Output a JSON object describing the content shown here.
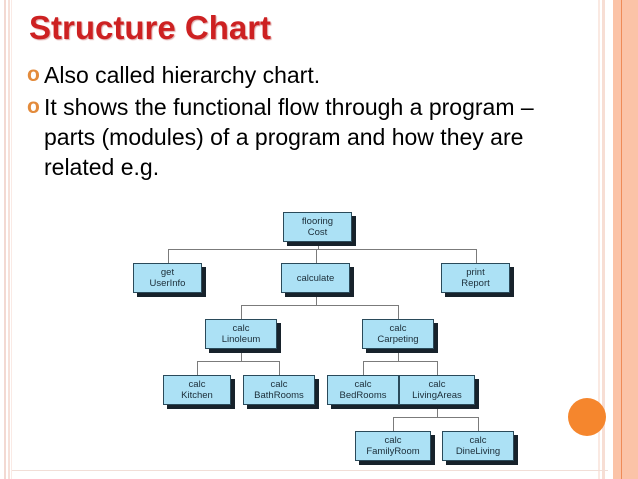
{
  "slide": {
    "title": "Structure Chart",
    "bullets": [
      {
        "marker": "o",
        "text": "Also called hierarchy chart."
      },
      {
        "marker": "o",
        "text": "It shows the functional flow through a program – parts (modules) of a program and how they are related e.g."
      }
    ]
  },
  "colors": {
    "title_red": "#cd2122",
    "bullet_orange": "#e38b3c",
    "node_fill": "#ace1f5",
    "node_border": "#2a4a5a",
    "node_shadow": "#17222b",
    "connector": "#7b7b7b",
    "accent_circle": "#f5862d",
    "right_band": "#fbc3a7",
    "right_band_line": "#ef8b57",
    "left_lines": "#f3d9d2"
  },
  "chart_data": {
    "type": "tree",
    "title": "flooring Cost structure chart",
    "orientation": "top-down",
    "nodes": [
      {
        "id": "flooringCost",
        "line1": "flooring",
        "line2": "Cost",
        "level": 0,
        "parent": null
      },
      {
        "id": "getUserInfo",
        "line1": "get",
        "line2": "UserInfo",
        "level": 1,
        "parent": "flooringCost"
      },
      {
        "id": "calculate",
        "line1": "calculate",
        "line2": "",
        "level": 1,
        "parent": "flooringCost"
      },
      {
        "id": "printReport",
        "line1": "print",
        "line2": "Report",
        "level": 1,
        "parent": "flooringCost"
      },
      {
        "id": "calcLinoleum",
        "line1": "calc",
        "line2": "Linoleum",
        "level": 2,
        "parent": "calculate"
      },
      {
        "id": "calcCarpeting",
        "line1": "calc",
        "line2": "Carpeting",
        "level": 2,
        "parent": "calculate"
      },
      {
        "id": "calcKitchen",
        "line1": "calc",
        "line2": "Kitchen",
        "level": 3,
        "parent": "calcLinoleum"
      },
      {
        "id": "calcBathRooms",
        "line1": "calc",
        "line2": "BathRooms",
        "level": 3,
        "parent": "calcLinoleum"
      },
      {
        "id": "calcBedRooms",
        "line1": "calc",
        "line2": "BedRooms",
        "level": 3,
        "parent": "calcCarpeting"
      },
      {
        "id": "calcLivingAreas",
        "line1": "calc",
        "line2": "LivingAreas",
        "level": 3,
        "parent": "calcCarpeting"
      },
      {
        "id": "calcFamilyRoom",
        "line1": "calc",
        "line2": "FamilyRoom",
        "level": 4,
        "parent": "calcLivingAreas"
      },
      {
        "id": "calcDineLiving",
        "line1": "calc",
        "line2": "DineLiving",
        "level": 4,
        "parent": "calcLivingAreas"
      }
    ],
    "edges": [
      [
        "flooringCost",
        "getUserInfo"
      ],
      [
        "flooringCost",
        "calculate"
      ],
      [
        "flooringCost",
        "printReport"
      ],
      [
        "calculate",
        "calcLinoleum"
      ],
      [
        "calculate",
        "calcCarpeting"
      ],
      [
        "calcLinoleum",
        "calcKitchen"
      ],
      [
        "calcLinoleum",
        "calcBathRooms"
      ],
      [
        "calcCarpeting",
        "calcBedRooms"
      ],
      [
        "calcCarpeting",
        "calcLivingAreas"
      ],
      [
        "calcLivingAreas",
        "calcFamilyRoom"
      ],
      [
        "calcLivingAreas",
        "calcDineLiving"
      ]
    ]
  }
}
